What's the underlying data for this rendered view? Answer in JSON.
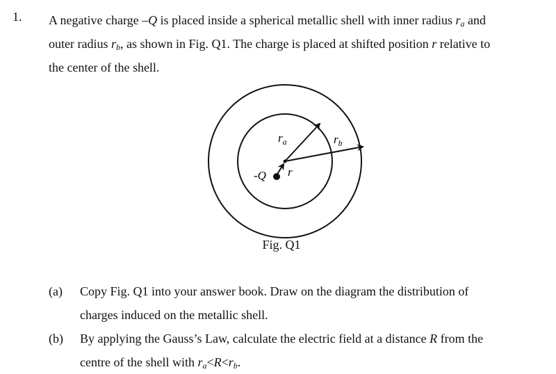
{
  "question": {
    "number": "1.",
    "intro": {
      "line1": {
        "a": "A negative charge –",
        "q": "Q",
        "b": " is placed inside a spherical metallic shell with inner radius ",
        "ra": "r",
        "ra_sub": "a",
        "c": " and"
      },
      "line2": {
        "a": "outer radius ",
        "rb": "r",
        "rb_sub": "b",
        "b": ", as shown in Fig. Q1. The charge is placed at shifted position ",
        "r": "r",
        "c": " relative to"
      },
      "line3": "the center of the shell."
    }
  },
  "figure": {
    "labels": {
      "ra": "r",
      "ra_sub": "a",
      "rb": "r",
      "rb_sub": "b",
      "charge": "-Q",
      "r": "r"
    },
    "caption": "Fig. Q1"
  },
  "parts": {
    "a": {
      "label": "(a)",
      "line1": "Copy Fig. Q1 into your answer book. Draw on the diagram the distribution of",
      "line2": "charges induced on the metallic shell."
    },
    "b": {
      "label": "(b)",
      "line1": {
        "a": "By applying the Gauss’s Law, calculate the electric field at a distance ",
        "R": "R",
        "b": " from the"
      },
      "line2": {
        "a": "centre of the shell with ",
        "ra": "r",
        "ra_sub": "a",
        "lt1": "<",
        "R": "R",
        "lt2": "<",
        "rb": "r",
        "rb_sub": "b",
        "end": "."
      }
    }
  }
}
